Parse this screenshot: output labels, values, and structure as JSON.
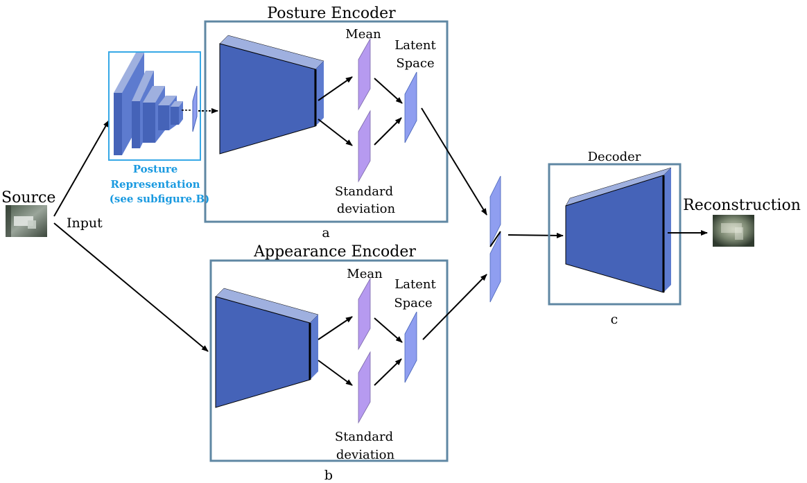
{
  "diagram": {
    "source": {
      "label": "Source",
      "input_label": "Input"
    },
    "posture_representation": {
      "line1": "Posture",
      "line2": "Representation",
      "line3": "(see subfigure.B)"
    },
    "posture_encoder": {
      "title": "Posture Encoder",
      "mean": "Mean",
      "latent_line1": "Latent",
      "latent_line2": "Space",
      "std_line1": "Standard",
      "std_line2": "deviation",
      "caption": "a"
    },
    "appearance_encoder": {
      "title": "Appearance Encoder",
      "mean": "Mean",
      "latent_line1": "Latent",
      "latent_line2": "Space",
      "std_line1": "Standard",
      "std_line2": "deviation",
      "caption": "b"
    },
    "decoder": {
      "title": "Decoder",
      "caption": "c"
    },
    "reconstruction": {
      "label": "Reconstruction"
    }
  },
  "colors": {
    "block_front": "#4563b8",
    "block_top": "#9fb0df",
    "block_side": "#5d7bcf",
    "mean_std": "#b69af0",
    "latent": "#8f9ef0",
    "frame": "#5f87a3",
    "posture_label": "#1a9ae0"
  },
  "icons": [
    "source-image",
    "reconstruction-image"
  ]
}
